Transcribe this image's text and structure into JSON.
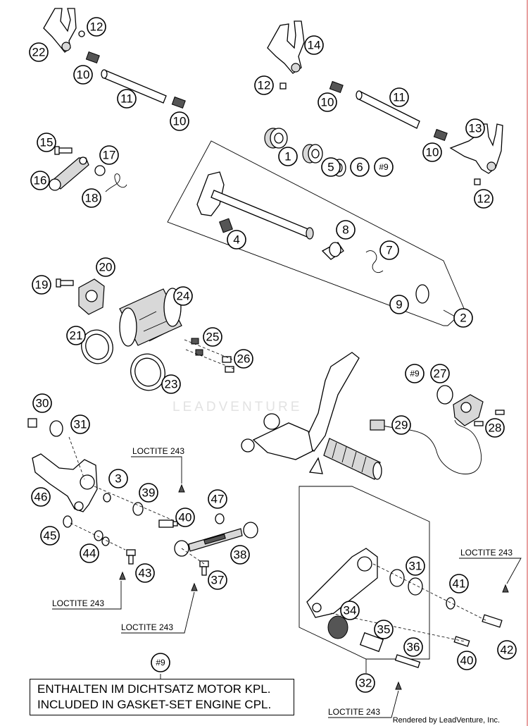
{
  "diagram": {
    "callouts": [
      {
        "label": "12"
      },
      {
        "label": "22"
      },
      {
        "label": "10"
      },
      {
        "label": "11"
      },
      {
        "label": "10"
      },
      {
        "label": "14"
      },
      {
        "label": "12"
      },
      {
        "label": "10"
      },
      {
        "label": "11"
      },
      {
        "label": "13"
      },
      {
        "label": "10"
      },
      {
        "label": "12"
      },
      {
        "label": "15"
      },
      {
        "label": "17"
      },
      {
        "label": "16"
      },
      {
        "label": "18"
      },
      {
        "label": "1"
      },
      {
        "label": "5"
      },
      {
        "label": "6"
      },
      {
        "label": "#9"
      },
      {
        "label": "4"
      },
      {
        "label": "8"
      },
      {
        "label": "7"
      },
      {
        "label": "9"
      },
      {
        "label": "2"
      },
      {
        "label": "19"
      },
      {
        "label": "20"
      },
      {
        "label": "24"
      },
      {
        "label": "21"
      },
      {
        "label": "25"
      },
      {
        "label": "26"
      },
      {
        "label": "23"
      },
      {
        "label": "#9"
      },
      {
        "label": "27"
      },
      {
        "label": "30"
      },
      {
        "label": "31"
      },
      {
        "label": "29"
      },
      {
        "label": "28"
      },
      {
        "label": "3"
      },
      {
        "label": "39"
      },
      {
        "label": "46"
      },
      {
        "label": "40"
      },
      {
        "label": "47"
      },
      {
        "label": "45"
      },
      {
        "label": "44"
      },
      {
        "label": "38"
      },
      {
        "label": "43"
      },
      {
        "label": "37"
      },
      {
        "label": "31"
      },
      {
        "label": "41"
      },
      {
        "label": "34"
      },
      {
        "label": "35"
      },
      {
        "label": "36"
      },
      {
        "label": "42"
      },
      {
        "label": "40"
      },
      {
        "label": "32"
      },
      {
        "label": "#9"
      }
    ],
    "loctite_labels": [
      {
        "text": "LOCTITE 243"
      },
      {
        "text": "LOCTITE 243"
      },
      {
        "text": "LOCTITE 243"
      },
      {
        "text": "LOCTITE 243"
      },
      {
        "text": "LOCTITE 243"
      }
    ],
    "watermark": "LEADVENTURE",
    "note": {
      "line1": "ENTHALTEN IM DICHTSATZ MOTOR KPL.",
      "line2": "INCLUDED IN GASKET-SET ENGINE CPL."
    },
    "footer": "Rendered by LeadVenture, Inc."
  }
}
